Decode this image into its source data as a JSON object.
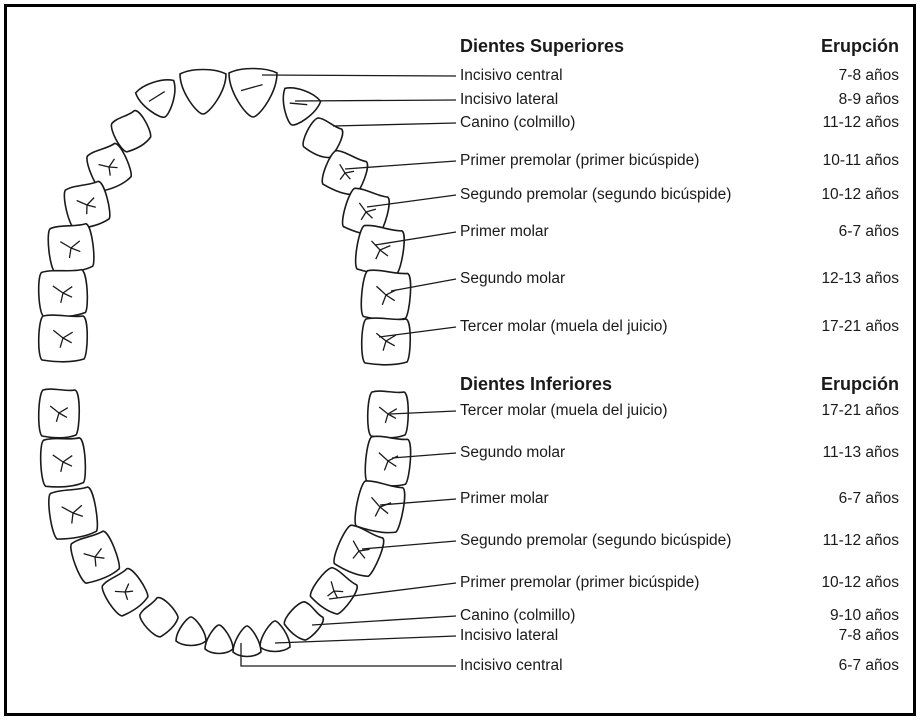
{
  "upper": {
    "header": "Dientes Superiores",
    "eruption_header": "Erupción",
    "items": [
      {
        "name": "Incisivo central",
        "age": "7-8 años"
      },
      {
        "name": "Incisivo lateral",
        "age": "8-9 años"
      },
      {
        "name": "Canino (colmillo)",
        "age": "11-12 años"
      },
      {
        "name": "Primer premolar (primer bicúspide)",
        "age": "10-11 años"
      },
      {
        "name": "Segundo premolar (segundo bicúspide)",
        "age": "10-12 años"
      },
      {
        "name": "Primer molar",
        "age": "6-7 años"
      },
      {
        "name": "Segundo molar",
        "age": "12-13 años"
      },
      {
        "name": "Tercer molar (muela del juicio)",
        "age": "17-21 años"
      }
    ]
  },
  "lower": {
    "header": "Dientes Inferiores",
    "eruption_header": "Erupción",
    "items": [
      {
        "name": "Tercer molar (muela del juicio)",
        "age": "17-21 años"
      },
      {
        "name": "Segundo molar",
        "age": "11-13 años"
      },
      {
        "name": "Primer molar",
        "age": "6-7 años"
      },
      {
        "name": "Segundo premolar (segundo bicúspide)",
        "age": "11-12 años"
      },
      {
        "name": "Primer premolar (primer bicúspide)",
        "age": "10-12 años"
      },
      {
        "name": "Canino (colmillo)",
        "age": "9-10 años"
      },
      {
        "name": "Incisivo lateral",
        "age": "7-8 años"
      },
      {
        "name": "Incisivo central",
        "age": "6-7 años"
      }
    ]
  },
  "colors": {
    "outline": "#1a1a1a",
    "background": "#ffffff"
  }
}
